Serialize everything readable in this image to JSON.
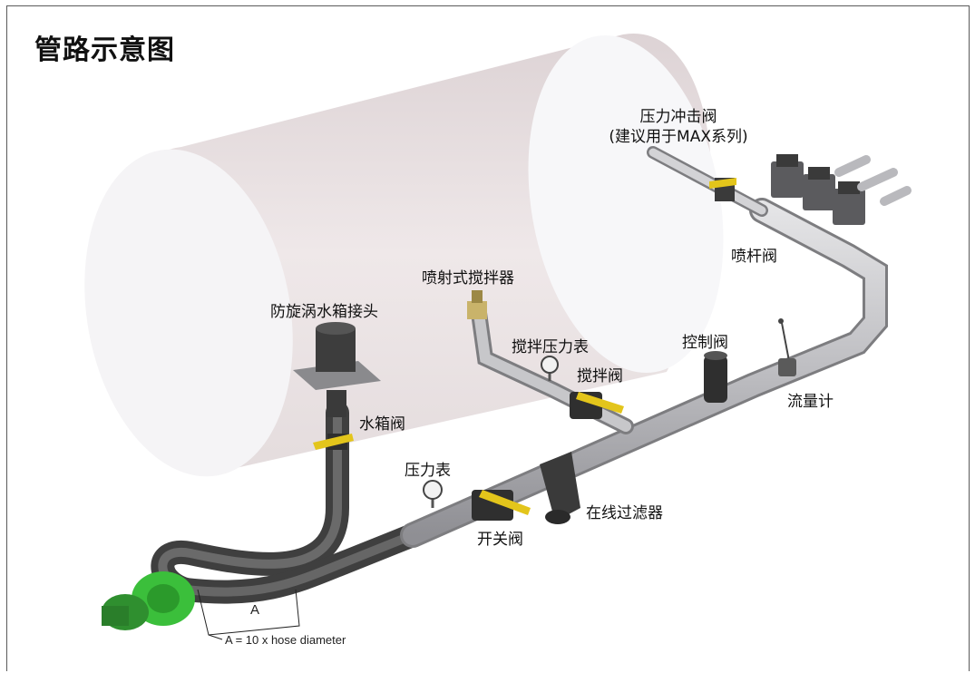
{
  "title": "管路示意图",
  "labels": {
    "pressure_shock_valve_line1": "压力冲击阀",
    "pressure_shock_valve_line2": "(建议用于MAX系列)",
    "boom_valve": "喷杆阀",
    "jet_agitator": "喷射式搅拌器",
    "anti_vortex_tank_fitting": "防旋涡水箱接头",
    "agitation_pressure_gauge": "搅拌压力表",
    "agitation_valve": "搅拌阀",
    "control_valve": "控制阀",
    "flow_meter": "流量计",
    "tank_valve": "水箱阀",
    "pressure_gauge": "压力表",
    "inline_filter": "在线过滤器",
    "on_off_valve": "开关阀",
    "dimension_mark": "A",
    "dimension_note": "A = 10 x hose diameter"
  },
  "colors": {
    "tank": "#e9e1e2",
    "tank_end": "#f6f6f8",
    "hose": "#4a4a4a",
    "pipe": "#c9c9cc",
    "valve_handle": "#e3c51b",
    "pump": "#3bbf3b"
  }
}
